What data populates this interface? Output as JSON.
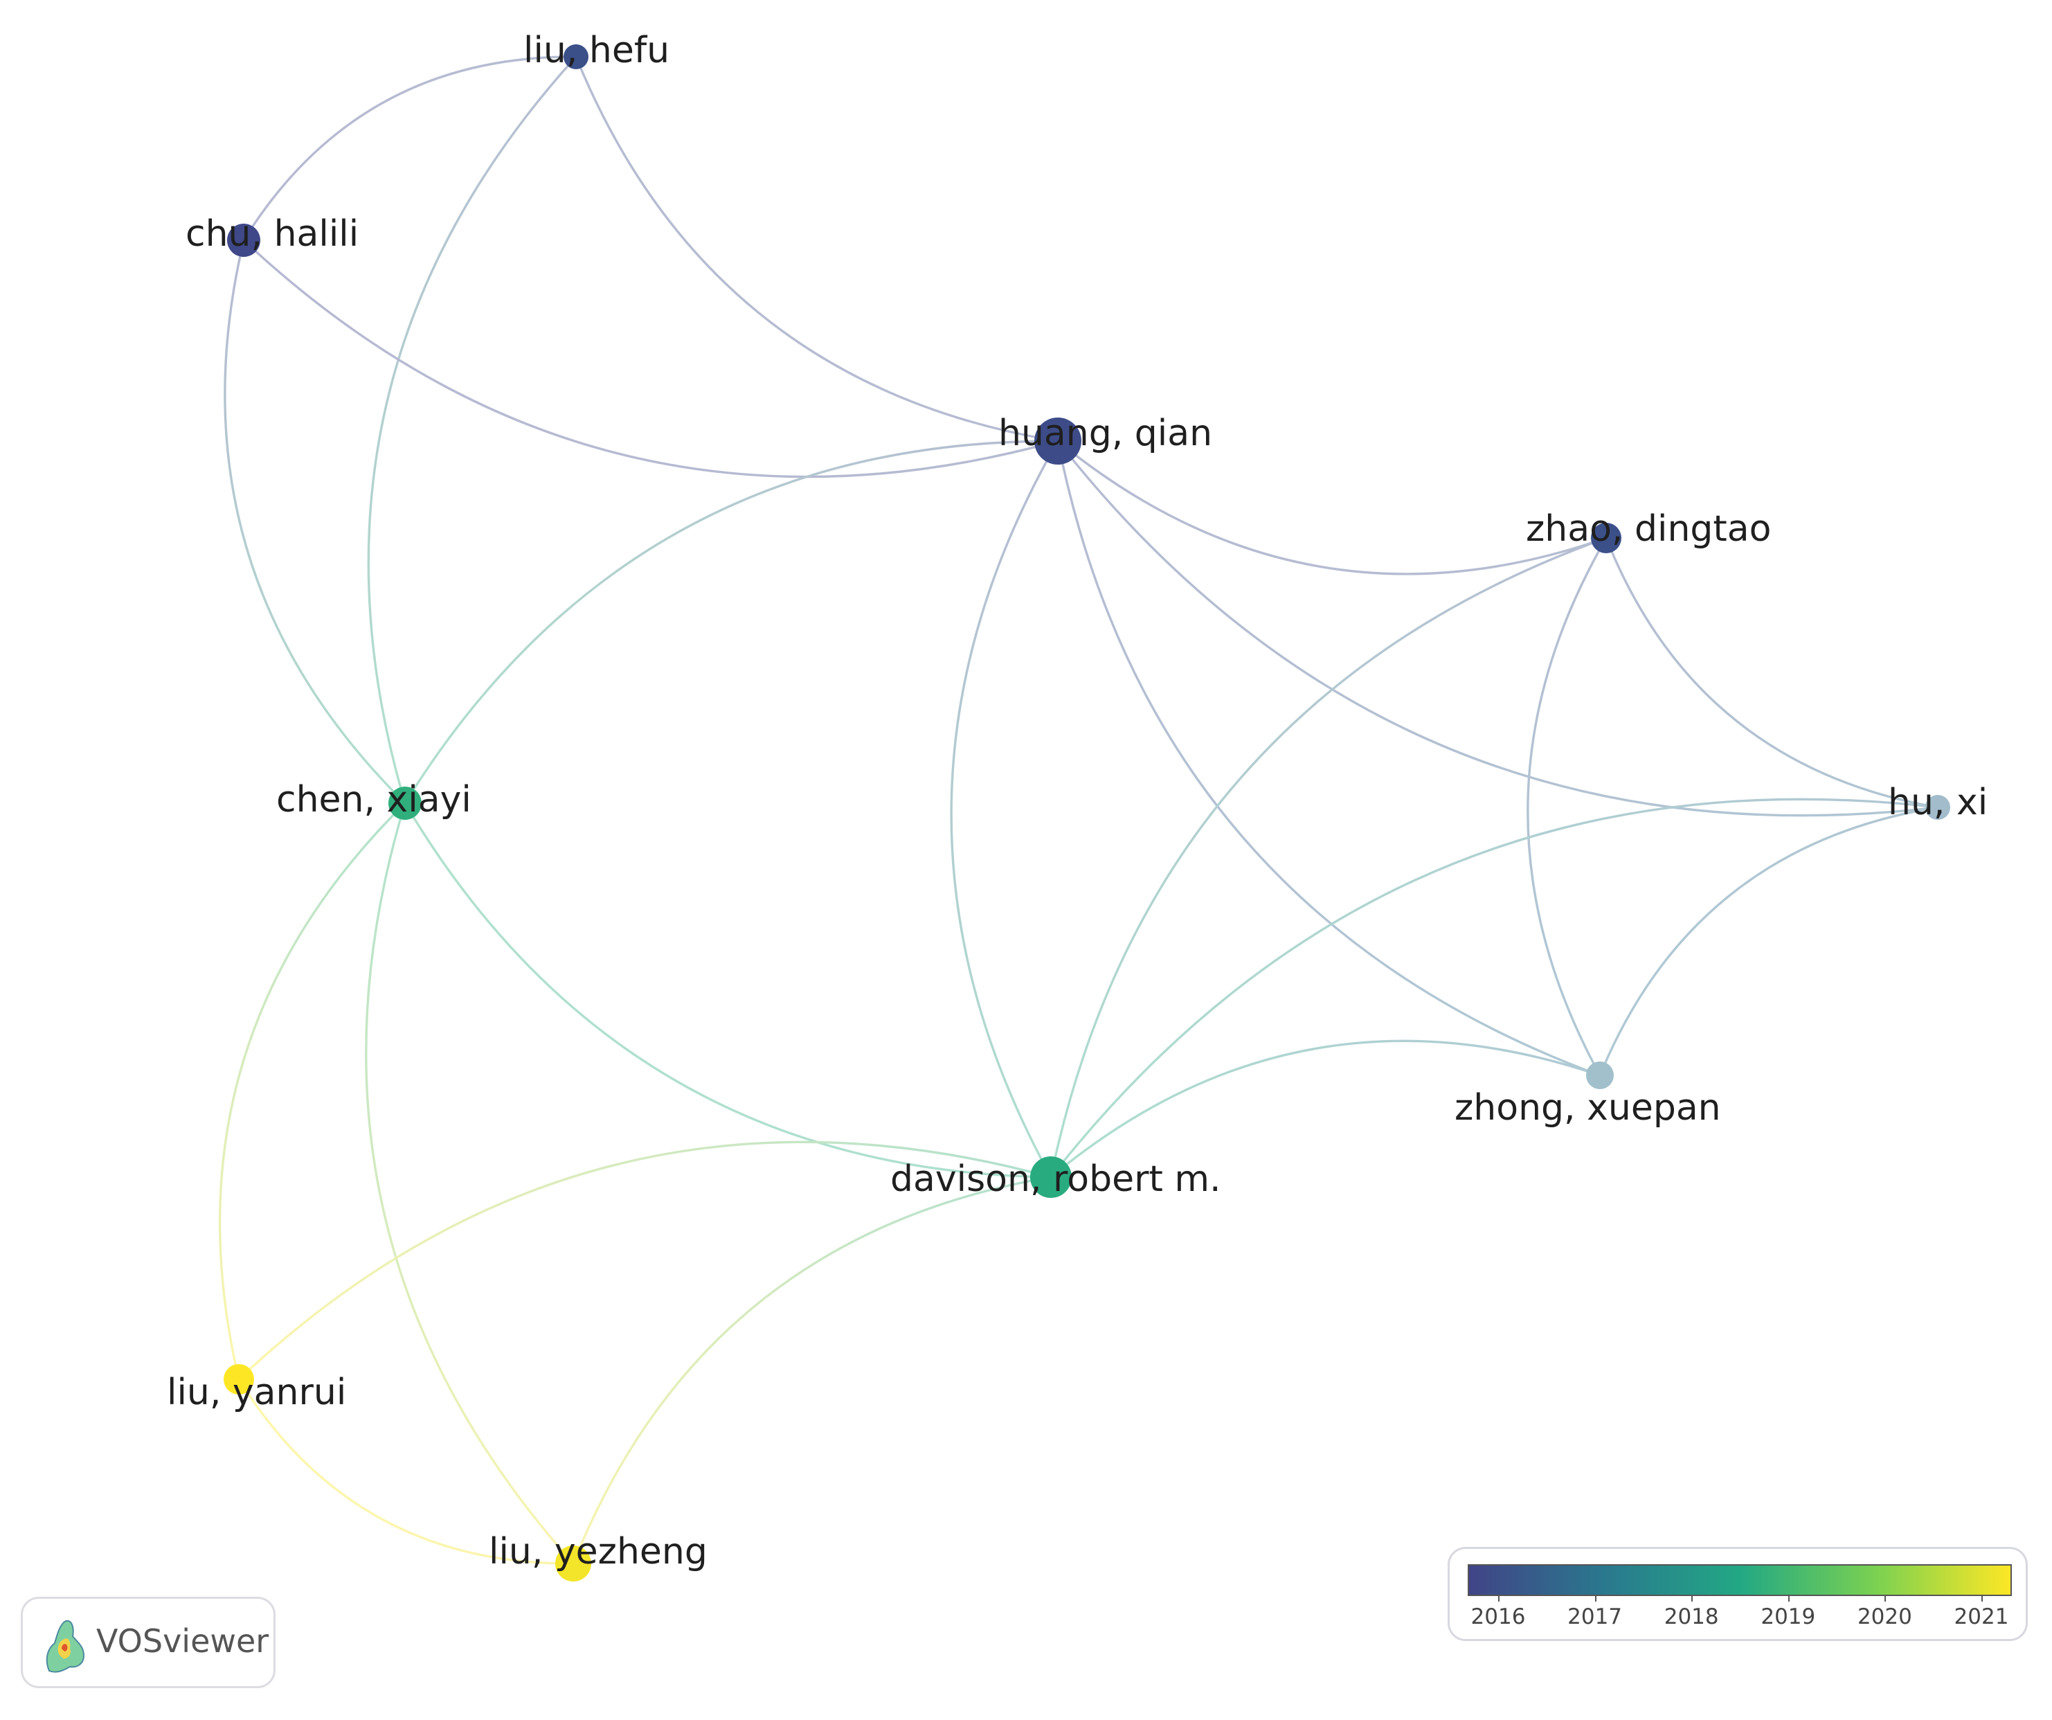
{
  "network": {
    "nodes": [
      {
        "id": "liu-hefu",
        "label": "liu, hefu",
        "year": 2016.3
      },
      {
        "id": "chu-halili",
        "label": "chu, halili",
        "year": 2016.1
      },
      {
        "id": "huang-qian",
        "label": "huang, qian",
        "year": 2016.2
      },
      {
        "id": "zhao-dingtao",
        "label": "zhao, dingtao",
        "year": 2016.3
      },
      {
        "id": "hu-xi",
        "label": "hu, xi",
        "year": 2016.9
      },
      {
        "id": "chen-xiayi",
        "label": "chen, xiayi",
        "year": 2018.7
      },
      {
        "id": "zhong-xuepan",
        "label": "zhong, xuepan",
        "year": 2017.1
      },
      {
        "id": "davison-robert-m",
        "label": "davison, robert m.",
        "year": 2018.6
      },
      {
        "id": "liu-yanrui",
        "label": "liu, yanrui",
        "year": 2021.0
      },
      {
        "id": "liu-yezheng",
        "label": "liu, yezheng",
        "year": 2020.9
      }
    ],
    "links": [
      [
        "liu-hefu",
        "chu-halili"
      ],
      [
        "liu-hefu",
        "huang-qian"
      ],
      [
        "liu-hefu",
        "chen-xiayi"
      ],
      [
        "chu-halili",
        "huang-qian"
      ],
      [
        "chu-halili",
        "chen-xiayi"
      ],
      [
        "huang-qian",
        "chen-xiayi"
      ],
      [
        "huang-qian",
        "zhao-dingtao"
      ],
      [
        "huang-qian",
        "hu-xi"
      ],
      [
        "huang-qian",
        "zhong-xuepan"
      ],
      [
        "huang-qian",
        "davison-robert-m"
      ],
      [
        "zhao-dingtao",
        "hu-xi"
      ],
      [
        "zhao-dingtao",
        "zhong-xuepan"
      ],
      [
        "zhao-dingtao",
        "davison-robert-m"
      ],
      [
        "hu-xi",
        "zhong-xuepan"
      ],
      [
        "hu-xi",
        "davison-robert-m"
      ],
      [
        "zhong-xuepan",
        "davison-robert-m"
      ],
      [
        "chen-xiayi",
        "davison-robert-m"
      ],
      [
        "chen-xiayi",
        "liu-yanrui"
      ],
      [
        "chen-xiayi",
        "liu-yezheng"
      ],
      [
        "davison-robert-m",
        "liu-yanrui"
      ],
      [
        "davison-robert-m",
        "liu-yezheng"
      ],
      [
        "liu-yanrui",
        "liu-yezheng"
      ]
    ]
  },
  "legend": {
    "years": [
      "2016",
      "2017",
      "2018",
      "2019",
      "2020",
      "2021"
    ],
    "colors": [
      "#414487",
      "#2a788e",
      "#22a884",
      "#7ad151",
      "#fde725"
    ]
  },
  "brand": {
    "name": "VOSviewer",
    "logo_icon": "vosviewer-logo-icon"
  }
}
